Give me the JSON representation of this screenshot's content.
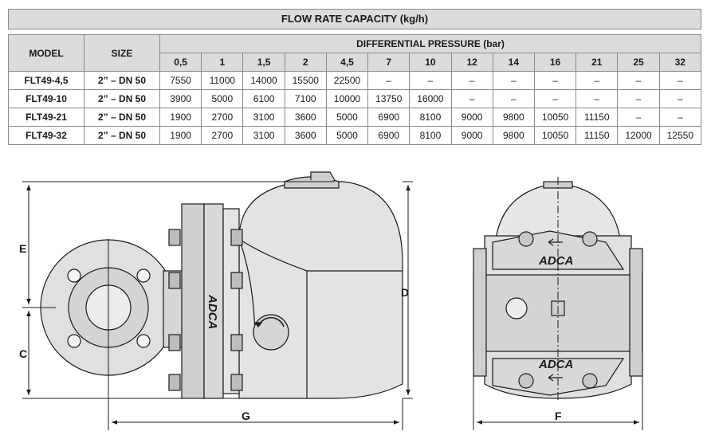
{
  "table": {
    "title": "FLOW RATE CAPACITY (kg/h)",
    "col_model": "MODEL",
    "col_size": "SIZE",
    "col_pressure": "DIFFERENTIAL PRESSURE (bar)",
    "pressures": [
      "0,5",
      "1",
      "1,5",
      "2",
      "4,5",
      "7",
      "10",
      "12",
      "14",
      "16",
      "21",
      "25",
      "32"
    ],
    "rows": [
      {
        "model": "FLT49-4,5",
        "size": "2” – DN 50",
        "values": [
          "7550",
          "11000",
          "14000",
          "15500",
          "22500",
          "–",
          "–",
          "–",
          "–",
          "–",
          "–",
          "–",
          "–"
        ]
      },
      {
        "model": "FLT49-10",
        "size": "2” – DN 50",
        "values": [
          "3900",
          "5000",
          "6100",
          "7100",
          "10000",
          "13750",
          "16000",
          "–",
          "–",
          "–",
          "–",
          "–",
          "–"
        ]
      },
      {
        "model": "FLT49-21",
        "size": "2” – DN 50",
        "values": [
          "1900",
          "2700",
          "3100",
          "3600",
          "5000",
          "6900",
          "8100",
          "9000",
          "9800",
          "10050",
          "11150",
          "–",
          "–"
        ]
      },
      {
        "model": "FLT49-32",
        "size": "2” – DN 50",
        "values": [
          "1900",
          "2700",
          "3100",
          "3600",
          "5000",
          "6900",
          "8100",
          "9000",
          "9800",
          "10050",
          "11150",
          "12000",
          "12550"
        ]
      }
    ]
  },
  "drawing": {
    "dim_E": "E",
    "dim_C": "C",
    "dim_D": "D",
    "dim_G": "G",
    "dim_F": "F",
    "logo_side": "ADCA",
    "logo_top": "ADCA",
    "logo_bottom": "ADCA"
  }
}
